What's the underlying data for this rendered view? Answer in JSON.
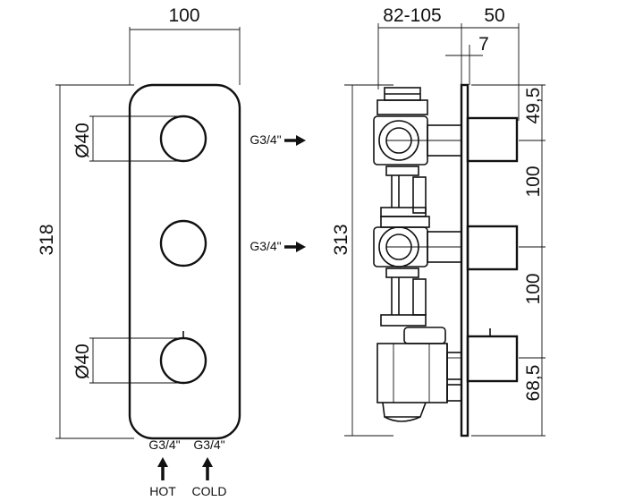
{
  "front_view": {
    "width_dim": "100",
    "height_dim": "318",
    "knob_diameter_top": "Ø40",
    "knob_diameter_bottom": "Ø40",
    "inlet_hot_thread": "G3/4\"",
    "inlet_cold_thread": "G3/4\"",
    "hot_label": "HOT",
    "cold_label": "COLD"
  },
  "side_view": {
    "depth_dim": "82-105",
    "projection_dim": "50",
    "plate_dim": "7",
    "body_height_dim": "313",
    "offset_top_dim": "49,5",
    "spacing_1_dim": "100",
    "spacing_2_dim": "100",
    "offset_bottom_dim": "68,5",
    "outlet_1_thread": "G3/4\"",
    "outlet_2_thread": "G3/4\""
  }
}
